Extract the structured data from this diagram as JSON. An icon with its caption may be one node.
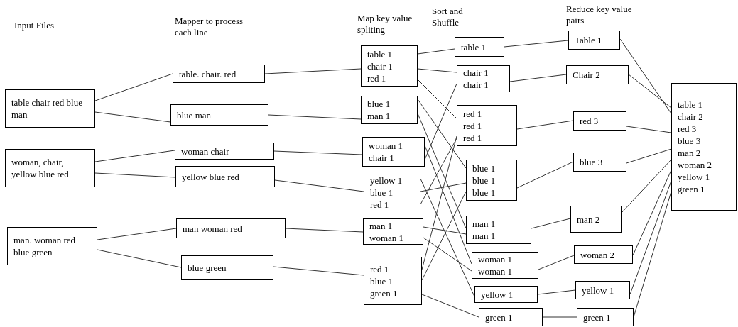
{
  "diagram": {
    "nodes": [
      {
        "text": [
          "table chair red blue man"
        ]
      },
      {
        "text": [
          "woman, chair, yellow blue red"
        ]
      },
      {
        "text": [
          "man. woman red blue green"
        ]
      },
      {
        "text": [
          "table. chair. red"
        ]
      },
      {
        "text": [
          "blue man"
        ]
      },
      {
        "text": [
          "woman chair"
        ]
      },
      {
        "text": [
          "yellow blue red"
        ]
      },
      {
        "text": [
          "man woman red"
        ]
      },
      {
        "text": [
          "blue green"
        ]
      },
      {
        "text": [
          "table 1",
          "chair 1",
          "red 1"
        ]
      },
      {
        "text": [
          "blue 1",
          "man 1"
        ]
      },
      {
        "text": [
          "woman 1",
          "chair 1"
        ]
      },
      {
        "text": [
          "yellow 1",
          "blue 1",
          "red 1"
        ]
      },
      {
        "text": [
          "man 1",
          "woman 1"
        ]
      },
      {
        "text": [
          "red 1",
          "blue 1",
          "green 1"
        ]
      },
      {
        "text": [
          "table 1"
        ]
      },
      {
        "text": [
          "chair 1",
          "chair 1"
        ]
      },
      {
        "text": [
          "red 1",
          "red 1",
          "red 1"
        ]
      },
      {
        "text": [
          "blue 1",
          "blue 1",
          "blue 1"
        ]
      },
      {
        "text": [
          "man 1",
          "man 1"
        ]
      },
      {
        "text": [
          "woman 1",
          "woman 1"
        ]
      },
      {
        "text": [
          "yellow 1"
        ]
      },
      {
        "text": [
          "green 1"
        ]
      },
      {
        "text": [
          "Table 1"
        ]
      },
      {
        "text": [
          "Chair 2"
        ]
      },
      {
        "text": [
          "red 3"
        ]
      },
      {
        "text": [
          "blue 3"
        ]
      },
      {
        "text": [
          "man 2"
        ]
      },
      {
        "text": [
          "woman 2"
        ]
      },
      {
        "text": [
          "yellow 1"
        ]
      },
      {
        "text": [
          "green 1"
        ]
      },
      {
        "text": [
          "table 1",
          "chair 2",
          "red 3",
          "blue 3",
          "man 2",
          "woman 2",
          "yellow 1",
          "green 1"
        ]
      }
    ],
    "edges": [
      {
        "from": 0,
        "to": 3,
        "arrow": "none"
      },
      {
        "from": 0,
        "to": 4,
        "arrow": "none"
      },
      {
        "from": 1,
        "to": 5,
        "arrow": "none"
      },
      {
        "from": 1,
        "to": 6,
        "arrow": "none"
      },
      {
        "from": 2,
        "to": 7,
        "arrow": "none"
      },
      {
        "from": 2,
        "to": 8,
        "arrow": "none"
      },
      {
        "from": 3,
        "to": 9,
        "arrow": "none"
      },
      {
        "from": 4,
        "to": 10,
        "arrow": "none"
      },
      {
        "from": 5,
        "to": 11,
        "arrow": "none"
      },
      {
        "from": 6,
        "to": 12,
        "arrow": "none"
      },
      {
        "from": 7,
        "to": 13,
        "arrow": "none"
      },
      {
        "from": 8,
        "to": 14,
        "arrow": "none"
      },
      {
        "from": 9,
        "to": 15,
        "arrow": "none"
      },
      {
        "from": 9,
        "to": 16,
        "arrow": "none"
      },
      {
        "from": 9,
        "to": 17,
        "arrow": "none"
      },
      {
        "from": 10,
        "to": 18,
        "arrow": "none"
      },
      {
        "from": 10,
        "to": 19,
        "arrow": "none"
      },
      {
        "from": 11,
        "to": 20,
        "arrow": "none"
      },
      {
        "from": 11,
        "to": 16,
        "arrow": "none"
      },
      {
        "from": 12,
        "to": 21,
        "arrow": "none"
      },
      {
        "from": 12,
        "to": 18,
        "arrow": "none"
      },
      {
        "from": 12,
        "to": 17,
        "arrow": "none"
      },
      {
        "from": 13,
        "to": 19,
        "arrow": "none"
      },
      {
        "from": 13,
        "to": 20,
        "arrow": "none"
      },
      {
        "from": 14,
        "to": 17,
        "arrow": "none"
      },
      {
        "from": 14,
        "to": 18,
        "arrow": "none"
      },
      {
        "from": 14,
        "to": 22,
        "arrow": "none"
      },
      {
        "from": 15,
        "to": 23,
        "arrow": "none"
      },
      {
        "from": 16,
        "to": 24,
        "arrow": "none"
      },
      {
        "from": 17,
        "to": 25,
        "arrow": "none"
      },
      {
        "from": 18,
        "to": 26,
        "arrow": "none"
      },
      {
        "from": 19,
        "to": 27,
        "arrow": "none"
      },
      {
        "from": 20,
        "to": 28,
        "arrow": "none"
      },
      {
        "from": 21,
        "to": 29,
        "arrow": "none"
      },
      {
        "from": 22,
        "to": 30,
        "arrow": "none"
      },
      {
        "from": 23,
        "to": 31,
        "arrow": "none"
      },
      {
        "from": 24,
        "to": 31,
        "arrow": "none"
      },
      {
        "from": 25,
        "to": 31,
        "arrow": "none"
      },
      {
        "from": 26,
        "to": 31,
        "arrow": "none"
      },
      {
        "from": 27,
        "to": 31,
        "arrow": "none"
      },
      {
        "from": 28,
        "to": 31,
        "arrow": "none"
      },
      {
        "from": 29,
        "to": 31,
        "arrow": "none"
      },
      {
        "from": 30,
        "to": 31,
        "arrow": "none"
      }
    ],
    "labels": [
      "Input Files",
      "Mapper to process each line",
      "Map key value spliting",
      "Sort and Shuffle",
      "Reduce key value pairs"
    ]
  }
}
